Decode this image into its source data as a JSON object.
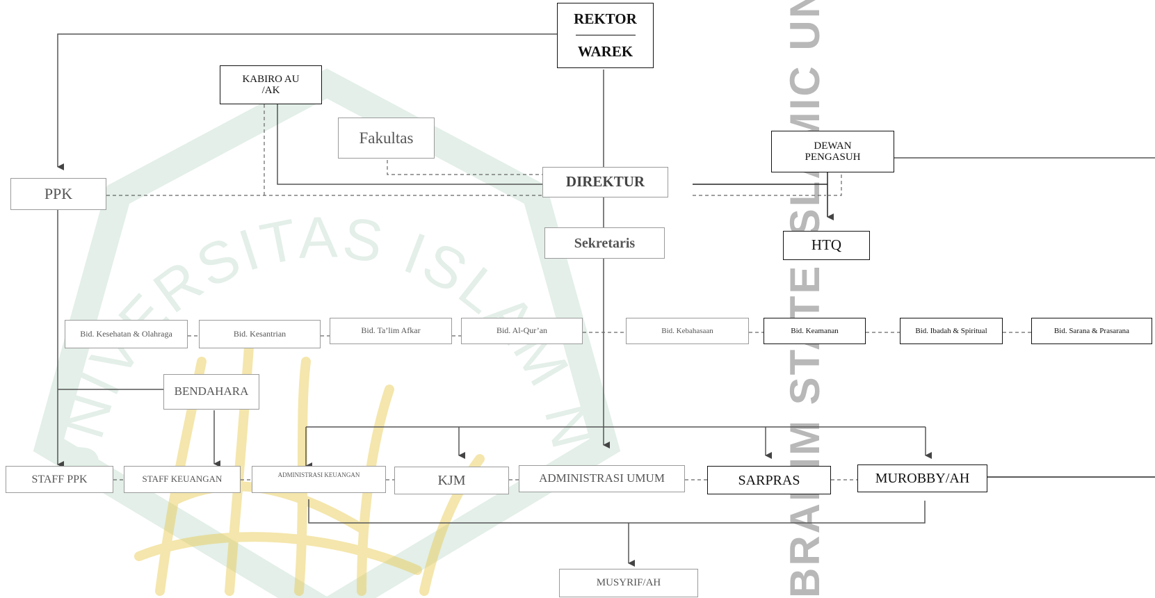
{
  "nodes": {
    "rektor": "REKTOR",
    "warek": "WAREK",
    "kabiro": "KABIRO AU /AK",
    "fakultas": "Fakultas",
    "direktur": "DIREKTUR",
    "dewan": "DEWAN PENGASUH",
    "ppk": "PPK",
    "htq": "HTQ",
    "sekretaris": "Sekretaris",
    "bid_kesehatan": "Bid. Kesehatan & Olahraga",
    "bid_kesantrian": "Bid. Kesantrian",
    "bid_talim": "Bid. Ta’lim Afkar",
    "bid_quran": "Bid. Al-Qur’an",
    "bid_kebahasaan": "Bid. Kebahasaan",
    "bid_keamanan": "Bid. Keamanan",
    "bid_ibadah": "Bid. Ibadah & Spiritual",
    "bid_sarana": "Bid. Sarana & Prasarana",
    "bendahara": "BENDAHARA",
    "staff_ppk": "STAFF PPK",
    "staff_keuangan": "STAFF KEUANGAN",
    "adm_keuangan": "ADMINISTRASI KEUANGAN",
    "kjm": "KJM",
    "adm_umum": "ADMINISTRASI UMUM",
    "sarpras": "SARPRAS",
    "murobby": "MUROBBY/AH",
    "musyrif": "MUSYRIF/AH"
  },
  "watermark": {
    "side_text": "BRAHIM STATE ISLAMIC UNIVERSITY OF",
    "seal_text": "UNIVERSITAS ISLAM NEGERI MAULANA MALIK IBRAHIM",
    "seal_color": "#2e8b57",
    "calligraphy_color": "#e8c84a"
  }
}
